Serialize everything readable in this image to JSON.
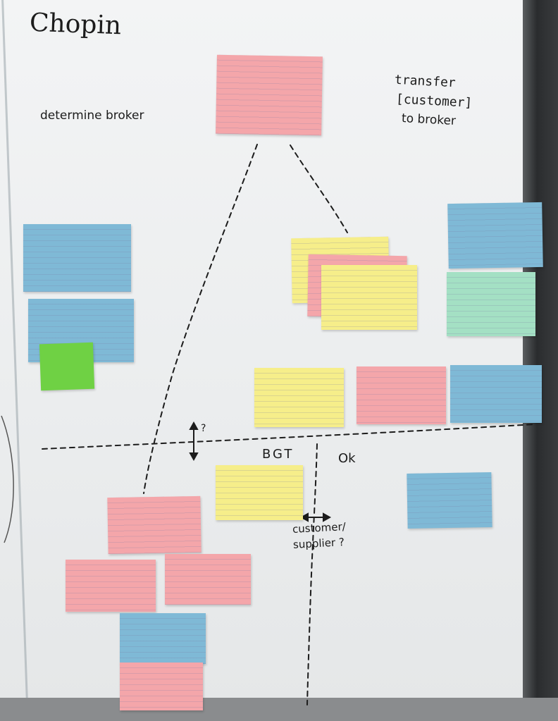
{
  "board": {
    "title": "Chopin",
    "left_heading": "determine broker",
    "right_heading_lines": [
      "transfer",
      "[customer]",
      "to broker"
    ],
    "label_bgt": "BGT",
    "label_ok": "Ok",
    "label_question": "?",
    "label_customer_supplier_lines": [
      "customer/",
      "supplier ?"
    ]
  },
  "colors": {
    "pink_card": "#f4a6aa",
    "blue_card": "#7fb9d6",
    "yellow_card": "#f6ee8a",
    "green_card": "#a4e0c4",
    "lime_note": "#6fd144",
    "marker": "#1c1c1c"
  }
}
